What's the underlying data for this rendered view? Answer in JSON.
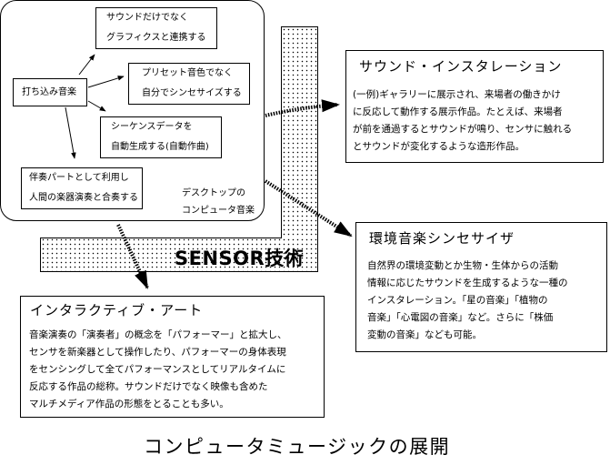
{
  "diagram_title": "コンピュータミュージックの展開",
  "sensor_label": "SENSOR技術",
  "desktop_group": {
    "label_lines": [
      "デスクトップの",
      "コンピュータ音楽"
    ],
    "source": "打ち込み音楽",
    "targets": [
      {
        "lines": [
          "サウンドだけでなく",
          "グラフィクスと連携する"
        ]
      },
      {
        "lines": [
          "プリセット音色でなく",
          "自分でシンセサイズする"
        ]
      },
      {
        "lines": [
          "シーケンスデータを",
          "自動生成する(自動作曲)"
        ]
      },
      {
        "lines": [
          "伴奏パートとして利用し",
          "人間の楽器演奏と合奏する"
        ]
      }
    ]
  },
  "sound_installation": {
    "title": "サウンド・インスタレーション",
    "lines": [
      "(一例)ギャラリーに展示され、来場者の働きかけ",
      "に反応して動作する展示作品。たとえば、来場者",
      "が前を通過するとサウンドが鳴り、センサに触れる",
      "とサウンドが変化するような造形作品。"
    ]
  },
  "environmental_synth": {
    "title": "環境音楽シンセサイザ",
    "lines": [
      "自然界の環境変動とか生物・生体からの活動",
      "情報に応じたサウンドを生成するような一種の",
      "インスタレーション。「星の音楽」「植物の",
      "音楽」「心電図の音楽」など。さらに「株価",
      "変動の音楽」なども可能。"
    ]
  },
  "interactive_art": {
    "title": "インタラクティブ・アート",
    "lines": [
      "音楽演奏の「演奏者」の概念を「パフォーマー」と拡大し、",
      "センサを新楽器として操作したり、パフォーマーの身体表現",
      "をセンシングして全てパフォーマンスとしてリアルタイムに",
      "反応する作品の総称。サウンドだけでなく映像も含めた",
      "マルチメディア作品の形態をとることも多い。"
    ]
  }
}
